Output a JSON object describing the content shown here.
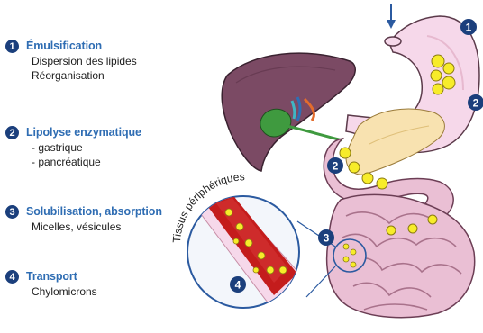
{
  "steps": [
    {
      "number": "1",
      "title": "Émulsification",
      "lines": [
        "Dispersion des lipides",
        "Réorganisation"
      ]
    },
    {
      "number": "2",
      "title": "Lipolyse enzymatique",
      "lines": [
        "- gastrique",
        "- pancréatique"
      ]
    },
    {
      "number": "3",
      "title": "Solubilisation, absorption",
      "lines": [
        "Micelles, vésicules"
      ]
    },
    {
      "number": "4",
      "title": "Transport",
      "lines": [
        "Chylomicrons"
      ]
    }
  ],
  "diagram": {
    "badges": [
      "1",
      "2",
      "2",
      "3",
      "4"
    ],
    "curved_label": "Tissus périphériques"
  },
  "colors": {
    "badge": "#1b3f7c",
    "title": "#2f6db3",
    "stomach": "#f6d8ea",
    "intestine": "#eabfd4",
    "liver": "#7b4a64",
    "pancreas": "#f8e2b0",
    "fat_droplet": "#f7ec2a",
    "vessel": "#c41c1c"
  }
}
